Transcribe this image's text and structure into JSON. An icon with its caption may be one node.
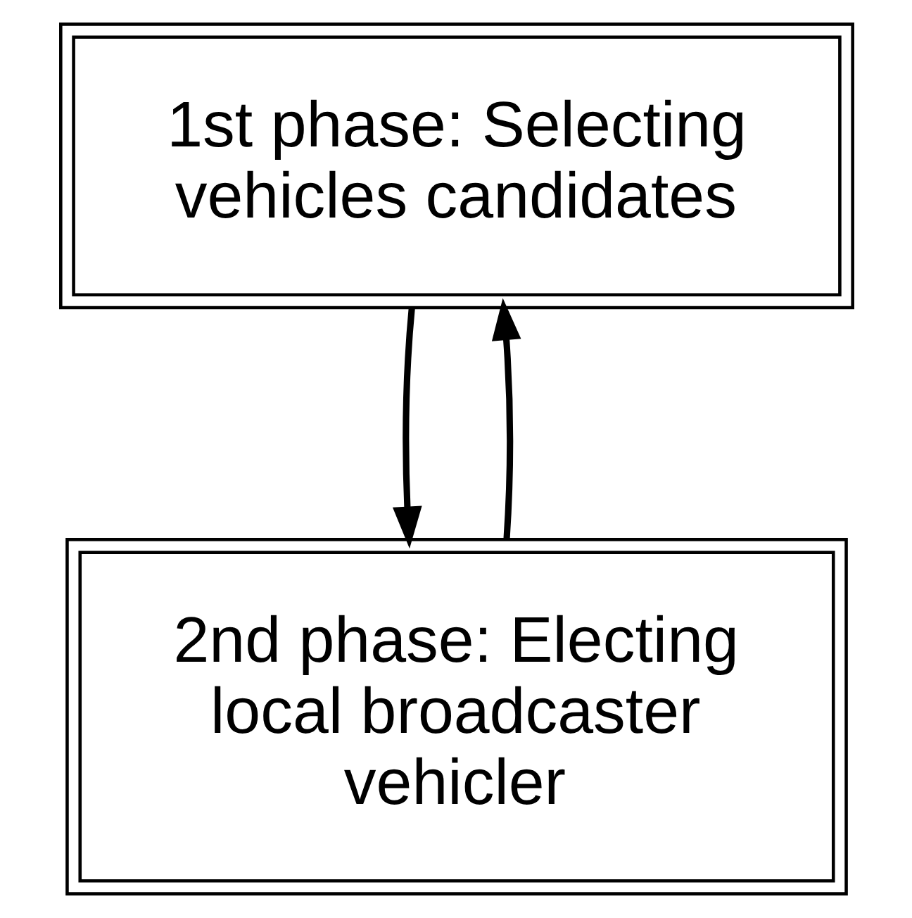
{
  "diagram": {
    "nodes": [
      {
        "text": [
          "1st phase: Selecting vehicles candidates"
        ]
      },
      {
        "text": [
          "2nd phase: Electing local broadcaster vehicler"
        ]
      }
    ],
    "edges": [
      {
        "from": 0,
        "to": 1,
        "arrow": "to"
      },
      {
        "from": 1,
        "to": 0,
        "arrow": "to"
      }
    ]
  }
}
